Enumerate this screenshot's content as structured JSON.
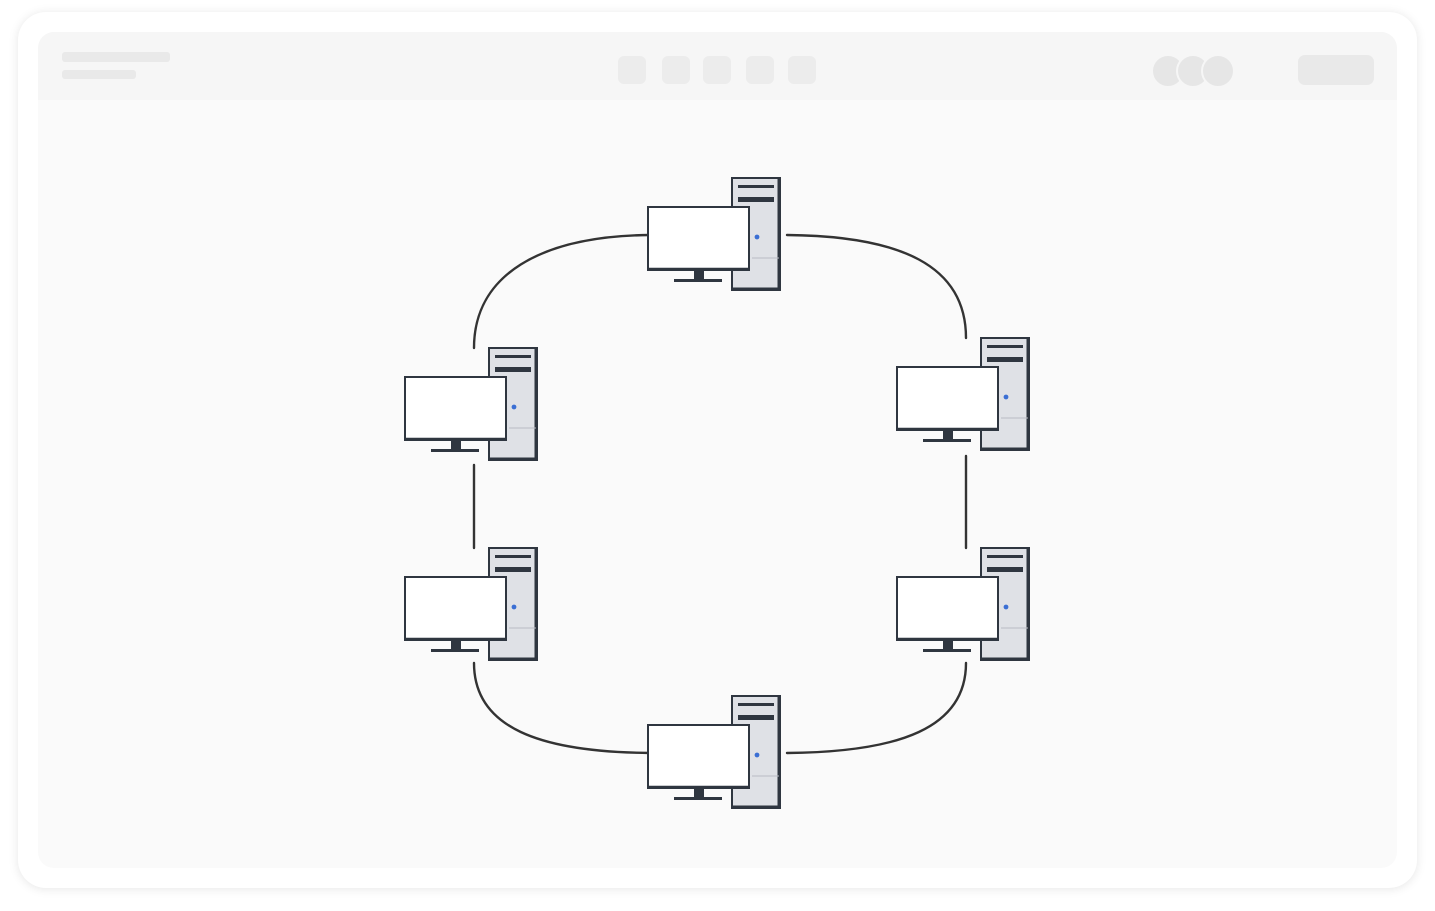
{
  "diagram": {
    "type": "ring-network",
    "nodes": [
      {
        "id": "computer-top",
        "icon": "desktop-computer-icon"
      },
      {
        "id": "computer-right-upper",
        "icon": "desktop-computer-icon"
      },
      {
        "id": "computer-right-lower",
        "icon": "desktop-computer-icon"
      },
      {
        "id": "computer-bottom",
        "icon": "desktop-computer-icon"
      },
      {
        "id": "computer-left-lower",
        "icon": "desktop-computer-icon"
      },
      {
        "id": "computer-left-upper",
        "icon": "desktop-computer-icon"
      }
    ],
    "links": [
      [
        "computer-top",
        "computer-right-upper"
      ],
      [
        "computer-right-upper",
        "computer-right-lower"
      ],
      [
        "computer-right-lower",
        "computer-bottom"
      ],
      [
        "computer-bottom",
        "computer-left-lower"
      ],
      [
        "computer-left-lower",
        "computer-left-upper"
      ],
      [
        "computer-left-upper",
        "computer-top"
      ]
    ]
  },
  "colors": {
    "link": "#333333",
    "outline": "#2f3640",
    "tower": "#dfe1e6",
    "screen": "#ffffff",
    "power_led": "#3b6fd4"
  }
}
